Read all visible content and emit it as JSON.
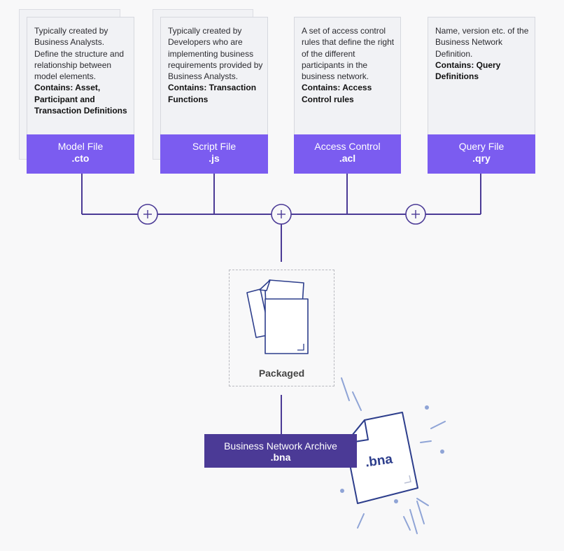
{
  "cards": [
    {
      "description": "Typically created by Business Analysts. Define the structure and relationship between model elements.",
      "contains": "Contains: Asset, Participant and Transaction Definitions",
      "name": "Model File",
      "ext": ".cto"
    },
    {
      "description": "Typically created by Developers who are implementing business requirements provided by Business Analysts.",
      "contains": "Contains: Transaction Functions",
      "name": "Script File",
      "ext": ".js"
    },
    {
      "description": "A set of access control rules that define the right of the different participants in the business network.",
      "contains": "Contains: Access Control rules",
      "name": "Access Control",
      "ext": ".acl"
    },
    {
      "description": "Name, version etc. of the Business Network Definition.",
      "contains": "Contains: Query Definitions",
      "name": "Query File",
      "ext": ".qry"
    }
  ],
  "packaged": {
    "label": "Packaged"
  },
  "archive": {
    "name": "Business Network Archive",
    "ext": ".bna",
    "icon_label": ".bna"
  },
  "colors": {
    "label_bg": "#7b5cf0",
    "archive_bg": "#4b3a96",
    "connector": "#4b3a96",
    "icon_stroke": "#2d3e8c"
  }
}
